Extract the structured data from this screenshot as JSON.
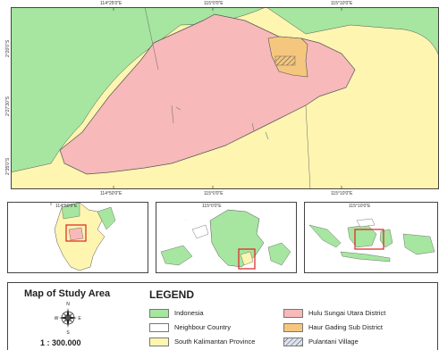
{
  "main_map": {
    "top_ticks": [
      "114°25'0\"E",
      "115°0'0\"E",
      "115°10'0\"E"
    ],
    "bottom_ticks": [
      "114°50'0\"E",
      "115°0'0\"E",
      "115°10'0\"E"
    ],
    "left_ticks": [
      "2°20'0\"S",
      "2°27'30\"S",
      "2°35'0\"S"
    ]
  },
  "inset_maps": {
    "ticks": [
      "114°50'0\"E",
      "115°0'0\"E",
      "115°10'0\"E"
    ]
  },
  "legend": {
    "map_title": "Map of Study Area",
    "heading": "LEGEND",
    "scale": "1 : 300.000",
    "compass": {
      "n": "N",
      "s": "S",
      "e": "E",
      "w": "W"
    },
    "items": [
      {
        "label": "Indonesia",
        "color": "#a6e6a0"
      },
      {
        "label": "Neighbour Country",
        "color": "#ffffff"
      },
      {
        "label": "South Kalimantan Province",
        "color": "#fdf5b0"
      },
      {
        "label": "Hulu Sungai Utara District",
        "color": "#f7b9b9"
      },
      {
        "label": "Haur Gading Sub District",
        "color": "#f5c77e"
      },
      {
        "label": "Pulantani Village",
        "color": "hatch"
      }
    ]
  },
  "colors": {
    "indonesia_green": "#a6e6a0",
    "province_yellow": "#fdf5b0",
    "district_pink": "#f7b9b9",
    "subdistrict_orange": "#f5c77e",
    "inset_box_red": "#e02020"
  }
}
